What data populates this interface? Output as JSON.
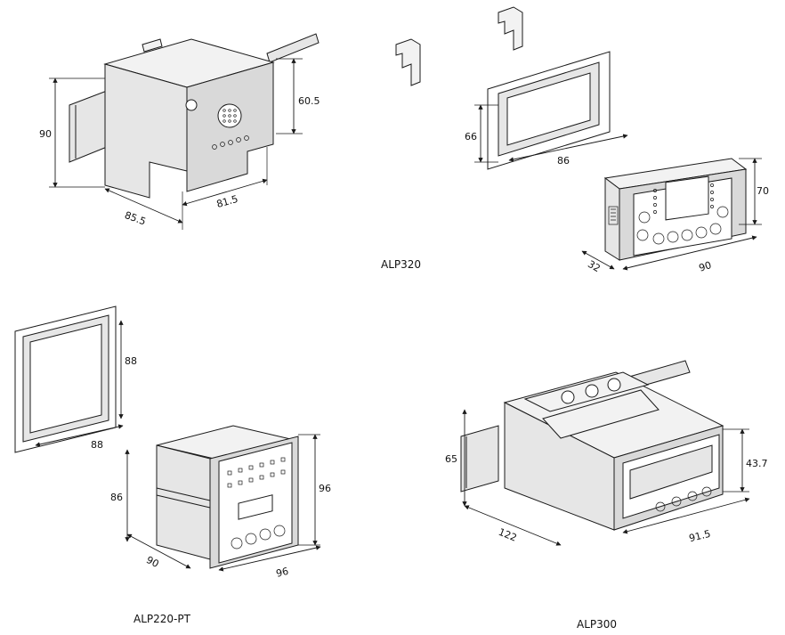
{
  "captions": {
    "alp320": "ALP320",
    "alp220": "ALP220-PT",
    "alp300": "ALP300"
  },
  "dims": {
    "d1_height": "90",
    "d1_front": "60.5",
    "d1_depth": "85.5",
    "d1_width": "81.5",
    "d2_cut_h": "66",
    "d2_cut_w": "86",
    "d2_h": "70",
    "d2_d": "32",
    "d2_w": "90",
    "d3_cut_h": "88",
    "d3_cut_w": "88",
    "d3_d": "86",
    "d3_h": "96",
    "d3_w": "96",
    "d3_depth": "90",
    "d4_h": "65",
    "d4_front_h": "43.7",
    "d4_depth": "122",
    "d4_w": "91.5"
  }
}
